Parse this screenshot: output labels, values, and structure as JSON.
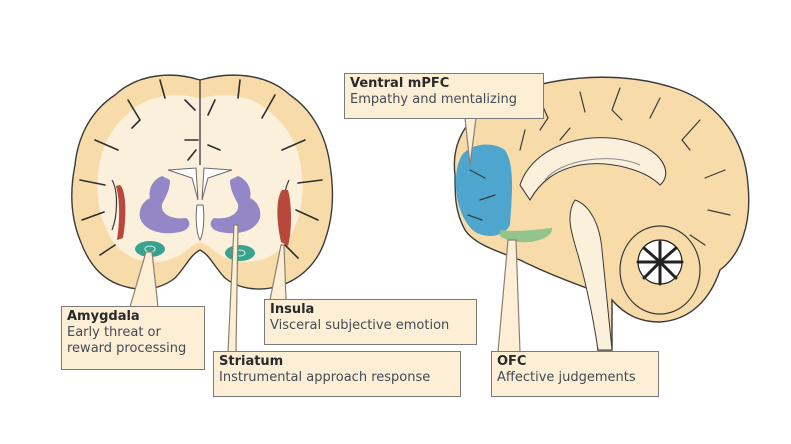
{
  "figure": {
    "description": "Brain regions involved in emotion: coronal section (left) and medial sagittal section (right)",
    "colors": {
      "tissue": "#f7dcaa",
      "white_matter": "#fbf0dc",
      "outline": "#3a3a3a",
      "amygdala": "#3aa38f",
      "striatum": "#9487c8",
      "insula": "#b8483c",
      "ventral_mpfc": "#4ea6cf",
      "ofc": "#93c48c",
      "label_fill": "#fcefd6",
      "label_border": "#7a7a7a"
    },
    "labels": [
      {
        "id": "amygdala",
        "title": "Amygdala",
        "lines": [
          "Early threat or",
          "reward processing"
        ]
      },
      {
        "id": "striatum",
        "title": "Striatum",
        "lines": [
          "Instrumental approach response"
        ]
      },
      {
        "id": "insula",
        "title": "Insula",
        "lines": [
          "Visceral subjective emotion"
        ]
      },
      {
        "id": "ventral-mpfc",
        "title": "Ventral mPFC",
        "lines": [
          "Empathy and mentalizing"
        ]
      },
      {
        "id": "ofc",
        "title": "OFC",
        "lines": [
          "Affective judgements"
        ]
      }
    ]
  }
}
